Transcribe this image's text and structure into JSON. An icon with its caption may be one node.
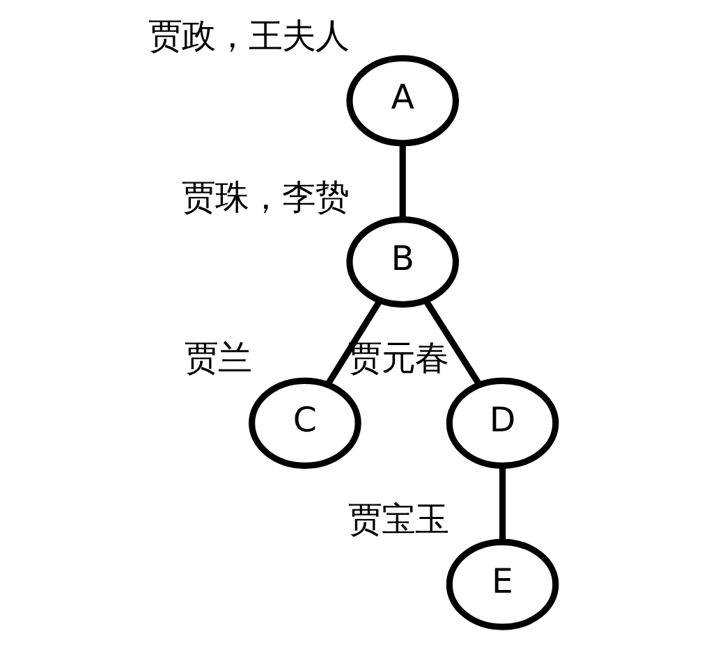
{
  "diagram": {
    "nodes": [
      {
        "text": [
          "A"
        ],
        "beside": [
          "贾政，王夫人"
        ]
      },
      {
        "text": [
          "B"
        ],
        "beside": [
          "贾珠，李贽"
        ]
      },
      {
        "text": [
          "C"
        ],
        "beside": [
          "贾兰"
        ]
      },
      {
        "text": [
          "D"
        ],
        "beside": [
          "贾元春"
        ]
      },
      {
        "text": [
          "E"
        ],
        "beside": [
          "贾宝玉"
        ]
      }
    ],
    "edges": [
      {
        "from": 0,
        "to": 1,
        "arrow": "none"
      },
      {
        "from": 1,
        "to": 2,
        "arrow": "none"
      },
      {
        "from": 1,
        "to": 3,
        "arrow": "none"
      },
      {
        "from": 3,
        "to": 4,
        "arrow": "none"
      }
    ]
  }
}
